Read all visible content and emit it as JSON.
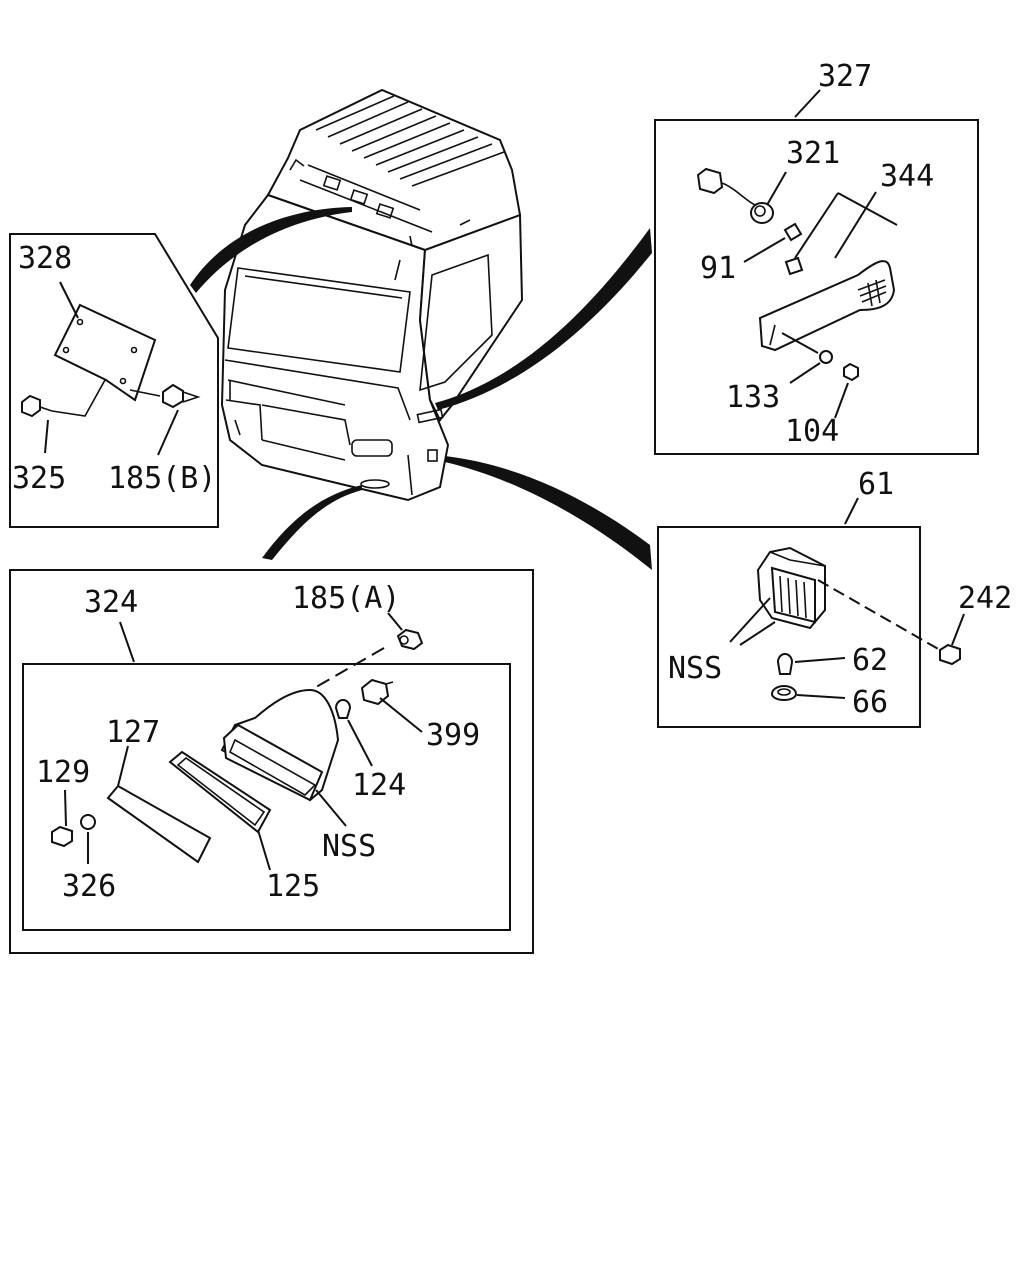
{
  "diagram": {
    "labels": {
      "l327": "327",
      "l321": "321",
      "l344": "344",
      "l91": "91",
      "l133": "133",
      "l104": "104",
      "l328": "328",
      "l325": "325",
      "l185b": "185(B)",
      "l61": "61",
      "l242": "242",
      "l62": "62",
      "l66": "66",
      "lnss_side": "NSS",
      "l324": "324",
      "l185a": "185(A)",
      "l399": "399",
      "l124": "124",
      "l127": "127",
      "l129": "129",
      "l326": "326",
      "l125": "125",
      "lnss_fog": "NSS"
    }
  }
}
